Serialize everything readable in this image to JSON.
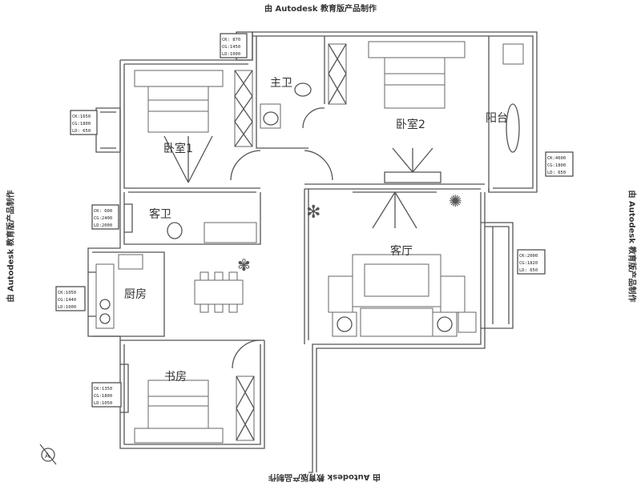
{
  "watermark": {
    "top": "由 Autodesk 教育版产品制作",
    "bottom": "由 Autodesk 教育版产品制作",
    "left": "由 Autodesk 教育版产品制作",
    "right": "由 Autodesk 教育版产品制作"
  },
  "rooms": {
    "master_bath": "主卫",
    "bedroom2": "卧室2",
    "balcony": "阳台",
    "bedroom1": "卧室1",
    "guest_bath": "客卫",
    "living": "客厅",
    "kitchen": "厨房",
    "study": "书房"
  },
  "window_tags": {
    "top": [
      "CK: 870",
      "CG:1450",
      "LD:1000"
    ],
    "bedroom1": [
      "CK:1650",
      "CG:1800",
      "LD: 650"
    ],
    "bath": [
      "CK: 600",
      "CG:2400",
      "LD:2000"
    ],
    "kitchen": [
      "CK:1050",
      "CG:1440",
      "LD:1000"
    ],
    "study": [
      "CK:1350",
      "CG:1800",
      "LD:1050"
    ],
    "balcony": [
      "CK:4600",
      "CG:1800",
      "LD: 650"
    ],
    "living": [
      "CK:2000",
      "CG:1820",
      "LD: 650"
    ]
  },
  "compass_label": "A"
}
